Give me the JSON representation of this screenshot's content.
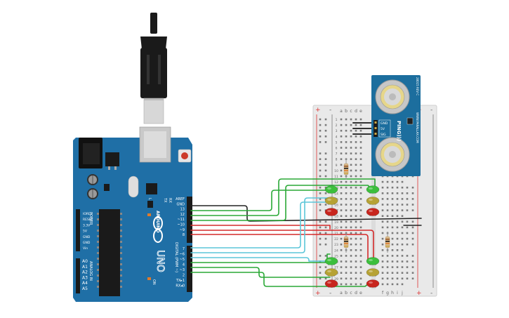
{
  "arduino": {
    "brand": "ARDUINO",
    "model": "UNO",
    "power_header": "POWER",
    "analog_header": "ANALOG IN",
    "digital_header": "DIGITAL (PWM ~)",
    "tx_label": "TX",
    "rx_label": "RX",
    "l_label": "L",
    "on_label": "ON",
    "power_pins": [
      "IOREF",
      "RESET",
      "3.3V",
      "5V",
      "GND",
      "GND",
      "Vin"
    ],
    "analog_pins": [
      "A0",
      "A1",
      "A2",
      "A3",
      "A4",
      "A5"
    ],
    "digital_top_pins": [
      "AREF",
      "GND",
      "13",
      "12",
      "~11",
      "~10",
      "~9",
      "8"
    ],
    "digital_bottom_pins": [
      "7",
      "~6",
      "~5",
      "4",
      "~3",
      "2",
      "TX▸1",
      "RX◂0"
    ],
    "board_color": "#1f6fa6"
  },
  "sensor": {
    "name": "PING)))",
    "pins": [
      "GND",
      "5V",
      "SIG"
    ],
    "text_parallax": "PARALLAX",
    "text_url": "WWW.PARALLAX.COM",
    "text_rev": "28015 REV C",
    "board_color": "#1c6e9e"
  },
  "breadboard": {
    "column_letters_left": [
      "a",
      "b",
      "c",
      "d",
      "e"
    ],
    "column_letters_right": [
      "f",
      "g",
      "h",
      "i",
      "j"
    ],
    "row_numbers": [
      "1",
      "2",
      "3",
      "4",
      "5",
      "6",
      "7",
      "8",
      "9",
      "10",
      "11",
      "12",
      "13",
      "14",
      "15",
      "16",
      "17",
      "18",
      "19",
      "20",
      "21",
      "22",
      "23",
      "24",
      "25",
      "26",
      "27",
      "28",
      "29",
      "30"
    ],
    "rail_plus": "+",
    "rail_minus": "-"
  },
  "colors": {
    "wire_green": "#2aa836",
    "wire_red": "#d42a2a",
    "wire_lightblue": "#5bc6d9",
    "wire_black": "#222222",
    "led_green": "#3cbf3c",
    "led_yellow": "#b6a234",
    "led_red": "#c8251e"
  },
  "leds_left": [
    "green",
    "yellow",
    "red",
    "green",
    "yellow",
    "red"
  ],
  "leds_right": [
    "green",
    "yellow",
    "red",
    "green",
    "yellow",
    "red"
  ]
}
